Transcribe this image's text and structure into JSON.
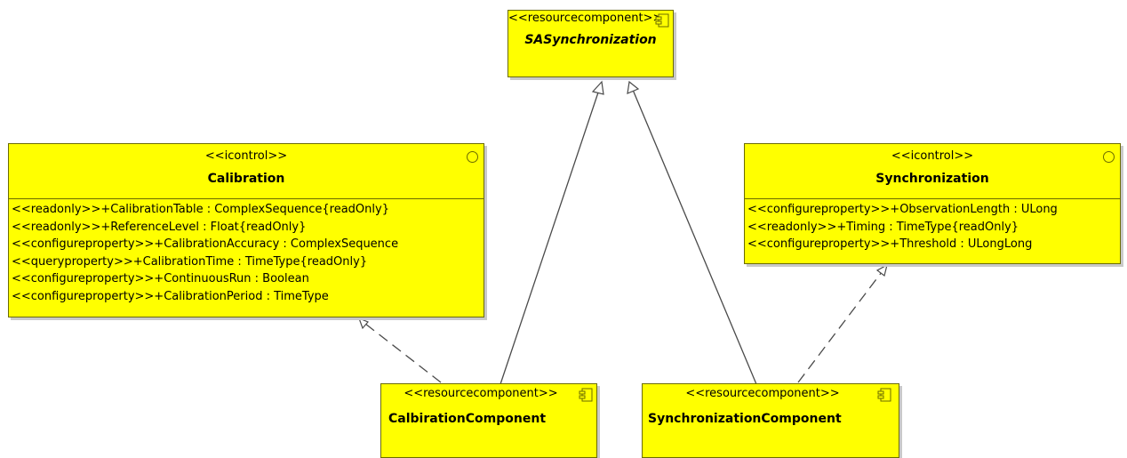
{
  "sasync": {
    "stereotype": "<<resourcecomponent>>",
    "name": "SASynchronization"
  },
  "calibration": {
    "stereotype": "<<icontrol>>",
    "name": "Calibration",
    "attributes": [
      "<<readonly>>+CalibrationTable : ComplexSequence{readOnly}",
      "<<readonly>>+ReferenceLevel : Float{readOnly}",
      "<<configureproperty>>+CalibrationAccuracy : ComplexSequence",
      "<<queryproperty>>+CalibrationTime : TimeType{readOnly}",
      "<<configureproperty>>+ContinuousRun : Boolean",
      "<<configureproperty>>+CalibrationPeriod : TimeType"
    ]
  },
  "synchronization": {
    "stereotype": "<<icontrol>>",
    "name": "Synchronization",
    "attributes": [
      "<<configureproperty>>+ObservationLength : ULong",
      "<<readonly>>+Timing : TimeType{readOnly}",
      "<<configureproperty>>+Threshold : ULongLong"
    ]
  },
  "calib_component": {
    "stereotype": "<<resourcecomponent>>",
    "name": "CalbirationComponent"
  },
  "sync_component": {
    "stereotype": "<<resourcecomponent>>",
    "name": "SynchronizationComponent"
  },
  "colors": {
    "class_fill": "#ffff00",
    "border": "#6b6b00",
    "edge": "#4a4a4a"
  }
}
